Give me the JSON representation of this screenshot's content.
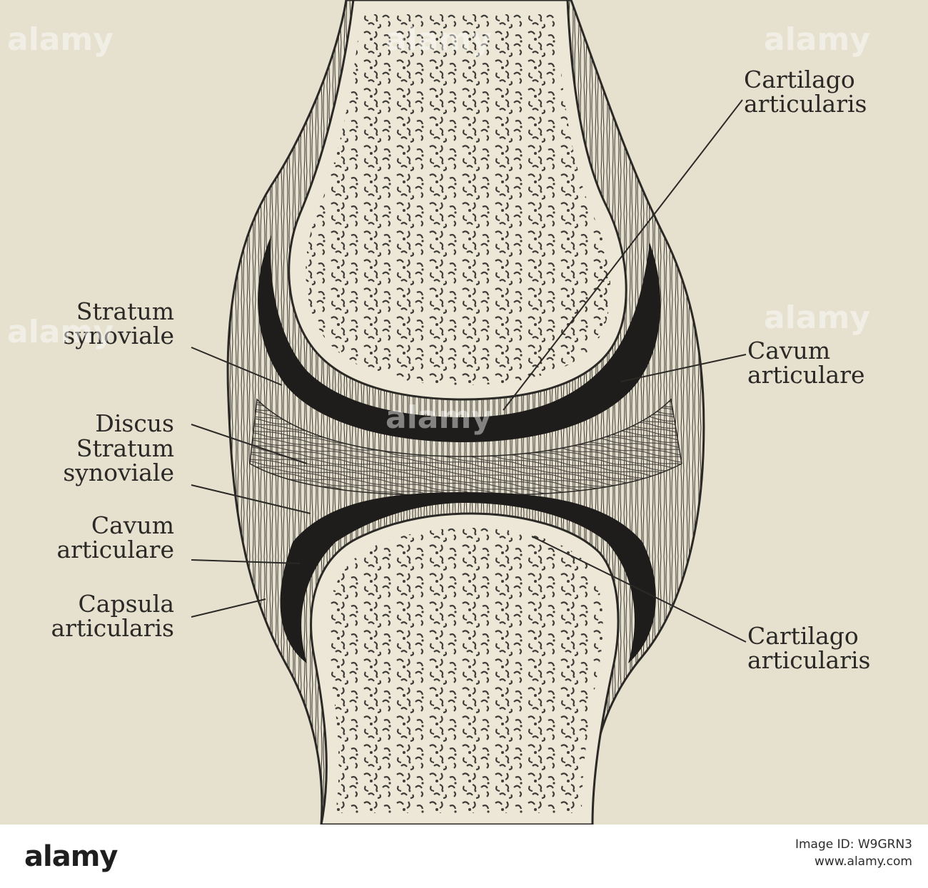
{
  "labels": {
    "cartilago_top": [
      "Cartilago",
      "articularis"
    ],
    "stratum_synoviale_top": [
      "Stratum",
      "synoviale"
    ],
    "cavum_right": [
      "Cavum",
      "articulare"
    ],
    "discus": "Discus",
    "stratum_synoviale_mid": [
      "Stratum",
      "synoviale"
    ],
    "cavum_left": [
      "Cavum",
      "articulare"
    ],
    "capsula": [
      "Capsula",
      "articularis"
    ],
    "cartilago_bottom": [
      "Cartilago",
      "articularis"
    ]
  },
  "watermark": "alamy",
  "footer": {
    "logo": "alamy",
    "image_id": "Image ID: W9GRN3",
    "site": "www.alamy.com"
  },
  "colors": {
    "paper": "#e6e1cf",
    "ink": "#2b2926",
    "cavity": "#1f1d1b"
  }
}
